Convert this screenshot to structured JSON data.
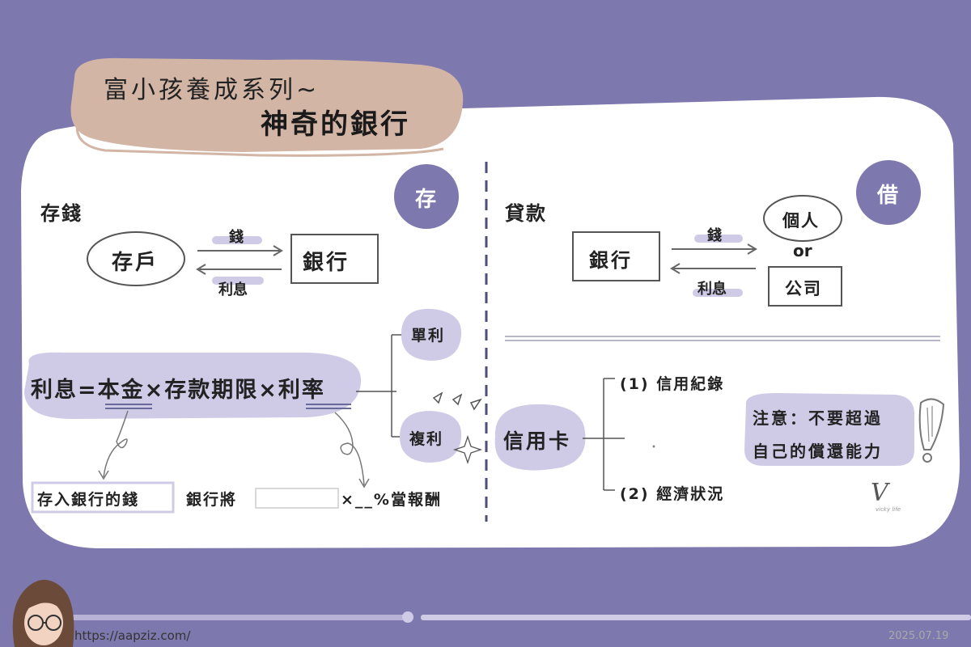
{
  "title": {
    "line1": "富小孩養成系列~",
    "line2": "神奇的銀行"
  },
  "saving": {
    "heading": "存錢",
    "badge": "存",
    "depositor": "存戶",
    "bank": "銀行",
    "arrow_top": "錢",
    "arrow_bottom": "利息"
  },
  "formula": {
    "text": "利息=本金×存款期限×利率",
    "simple": "單利",
    "compound": "複利",
    "principal_note": "存入銀行的錢",
    "rate_prefix": "銀行將",
    "rate_suffix": "×__%當報酬"
  },
  "loan": {
    "heading": "貸款",
    "badge": "借",
    "bank": "銀行",
    "person": "個人",
    "or": "or",
    "company": "公司",
    "arrow_top": "錢",
    "arrow_bottom": "利息"
  },
  "credit": {
    "label": "信用卡",
    "item1": "(1) 信用紀錄",
    "item2": "(2) 經濟狀況",
    "note_line1": "注意：不要超過",
    "note_line2": "自己的償還能力"
  },
  "logo": {
    "letter": "V",
    "script": "vicky life"
  },
  "footer": {
    "url": "https://aapziz.com/",
    "date": "2025.07.19"
  },
  "colors": {
    "background": "#7d78ad",
    "card": "#ffffff",
    "title_tag": "#d2b5a5",
    "badge": "#7d78ad",
    "highlight": "#cfcbe6"
  }
}
